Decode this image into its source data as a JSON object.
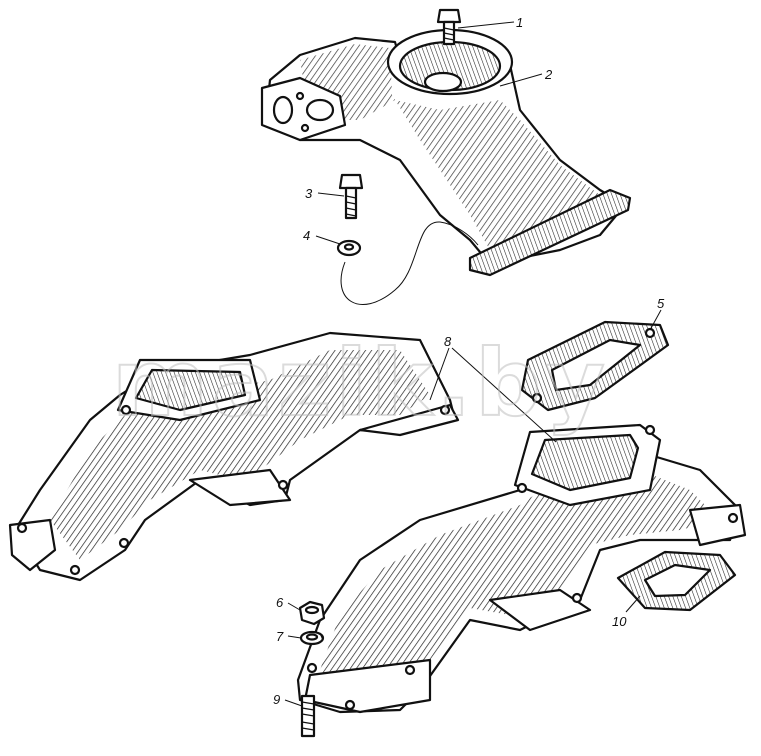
{
  "watermark": "mazik.by",
  "callouts": [
    {
      "id": "1",
      "label": "1"
    },
    {
      "id": "2",
      "label": "2"
    },
    {
      "id": "3",
      "label": "3"
    },
    {
      "id": "4",
      "label": "4"
    },
    {
      "id": "5",
      "label": "5"
    },
    {
      "id": "6",
      "label": "6"
    },
    {
      "id": "7",
      "label": "7"
    },
    {
      "id": "8",
      "label": "8"
    },
    {
      "id": "9",
      "label": "9"
    },
    {
      "id": "10",
      "label": "10"
    }
  ],
  "colors": {
    "ink": "#111111",
    "paper": "#ffffff",
    "watermark": "#bfbfbf"
  }
}
